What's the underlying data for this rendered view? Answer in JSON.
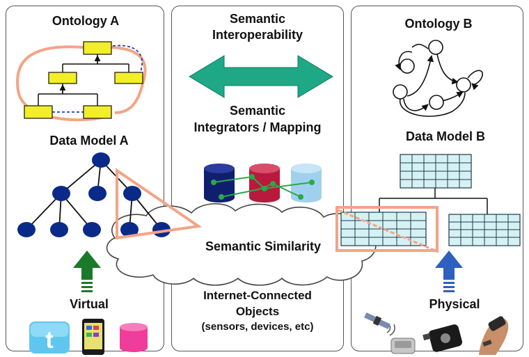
{
  "left_panel": {
    "ontology_title": "Ontology  A",
    "data_model_title": "Data Model A",
    "source_label": "Virtual"
  },
  "center_panel": {
    "interoperability_label_line1": "Semantic",
    "interoperability_label_line2": "Interoperability",
    "integrators_label_line1": "Semantic",
    "integrators_label_line2": "Integrators / Mapping",
    "objects_label_line1": "Internet-Connected",
    "objects_label_line2": "Objects",
    "objects_label_line3": "(sensors, devices, etc)"
  },
  "right_panel": {
    "ontology_title": "Ontology  B",
    "data_model_title": "Data Model B",
    "source_label": "Physical"
  },
  "cloud_label": "Semantic  Similarity",
  "colors": {
    "ontology_box_fill": "#f2ee2a",
    "tree_node_fill": "#0a2a8a",
    "highlight_orange": "#f3a486",
    "interop_arrow": "#1fa886",
    "virtual_arrow": "#1a7a2a",
    "physical_arrow": "#2f5fbf",
    "table_cell_fill": "#d6f1f4",
    "db_navy": "#0f1f6e",
    "db_red": "#b8193c",
    "db_lightblue": "#9fd1ee",
    "db_link": "#2aa84a"
  },
  "icons": {
    "virtual_devices": [
      "twitter-logo-icon",
      "smartphone-icon",
      "pink-database-icon"
    ],
    "physical_devices": [
      "satellite-icon",
      "gps-device-icon",
      "wearable-sensor-icon",
      "wrist-sensor-icon"
    ]
  }
}
